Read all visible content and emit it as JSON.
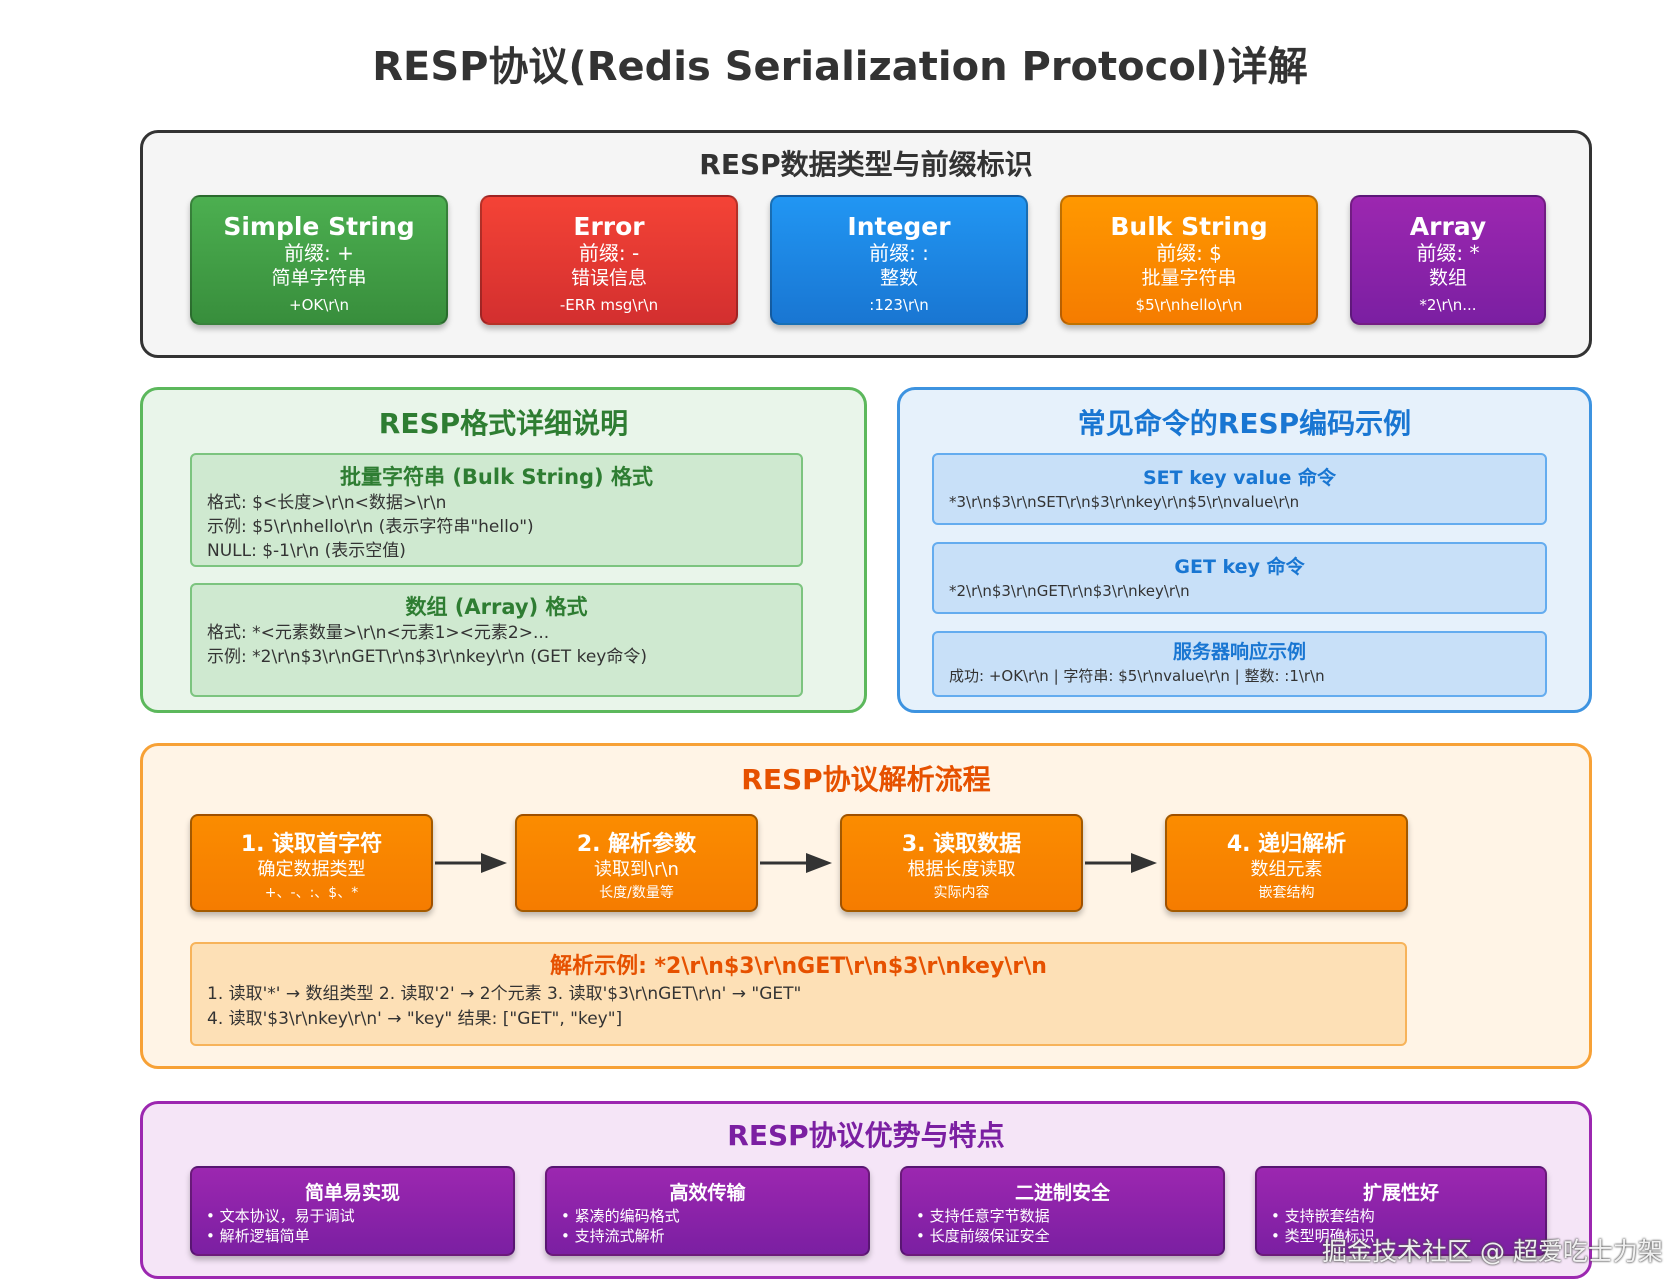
{
  "title": "RESP协议(Redis Serialization Protocol)详解",
  "types_section": {
    "title": "RESP数据类型与前缀标识",
    "cards": [
      {
        "name": "Simple String",
        "prefix": "前缀: +",
        "desc": "简单字符串",
        "example": "+OK\\r\\n",
        "color": "#43a047"
      },
      {
        "name": "Error",
        "prefix": "前缀: -",
        "desc": "错误信息",
        "example": "-ERR msg\\r\\n",
        "color": "#e53935"
      },
      {
        "name": "Integer",
        "prefix": "前缀: :",
        "desc": "整数",
        "example": ":123\\r\\n",
        "color": "#1e88e5"
      },
      {
        "name": "Bulk String",
        "prefix": "前缀: $",
        "desc": "批量字符串",
        "example": "$5\\r\\nhello\\r\\n",
        "color": "#fb8c00"
      },
      {
        "name": "Array",
        "prefix": "前缀: *",
        "desc": "数组",
        "example": "*2\\r\\n...",
        "color": "#8e24aa"
      }
    ]
  },
  "format_section": {
    "title": "RESP格式详细说明",
    "boxes": [
      {
        "title": "批量字符串 (Bulk String) 格式",
        "lines": [
          "格式: $<长度>\\r\\n<数据>\\r\\n",
          "示例: $5\\r\\nhello\\r\\n (表示字符串\"hello\")",
          "NULL: $-1\\r\\n (表示空值)"
        ]
      },
      {
        "title": "数组 (Array) 格式",
        "lines": [
          "格式: *<元素数量>\\r\\n<元素1><元素2>...",
          "示例: *2\\r\\n$3\\r\\nGET\\r\\n$3\\r\\nkey\\r\\n (GET key命令)"
        ]
      }
    ]
  },
  "commands_section": {
    "title": "常见命令的RESP编码示例",
    "boxes": [
      {
        "title": "SET key value 命令",
        "line": "*3\\r\\n$3\\r\\nSET\\r\\n$3\\r\\nkey\\r\\n$5\\r\\nvalue\\r\\n"
      },
      {
        "title": "GET key 命令",
        "line": "*2\\r\\n$3\\r\\nGET\\r\\n$3\\r\\nkey\\r\\n"
      },
      {
        "title": "服务器响应示例",
        "line": "成功: +OK\\r\\n | 字符串: $5\\r\\nvalue\\r\\n | 整数: :1\\r\\n"
      }
    ]
  },
  "flow_section": {
    "title": "RESP协议解析流程",
    "steps": [
      {
        "title": "1. 读取首字符",
        "line1": "确定数据类型",
        "line2": "+、-、:、$、*"
      },
      {
        "title": "2. 解析参数",
        "line1": "读取到\\r\\n",
        "line2": "长度/数量等"
      },
      {
        "title": "3. 读取数据",
        "line1": "根据长度读取",
        "line2": "实际内容"
      },
      {
        "title": "4. 递归解析",
        "line1": "数组元素",
        "line2": "嵌套结构"
      }
    ],
    "example": {
      "title": "解析示例: *2\\r\\n$3\\r\\nGET\\r\\n$3\\r\\nkey\\r\\n",
      "lines": [
        "1. 读取'*' → 数组类型 2. 读取'2' → 2个元素 3. 读取'$3\\r\\nGET\\r\\n' → \"GET\"",
        "4. 读取'$3\\r\\nkey\\r\\n' → \"key\" 结果: [\"GET\", \"key\"]"
      ]
    }
  },
  "advantages_section": {
    "title": "RESP协议优势与特点",
    "cards": [
      {
        "title": "简单易实现",
        "items": [
          "• 文本协议，易于调试",
          "• 解析逻辑简单"
        ]
      },
      {
        "title": "高效传输",
        "items": [
          "• 紧凑的编码格式",
          "• 支持流式解析"
        ]
      },
      {
        "title": "二进制安全",
        "items": [
          "• 支持任意字节数据",
          "• 长度前缀保证安全"
        ]
      },
      {
        "title": "扩展性好",
        "items": [
          "• 支持嵌套结构",
          "• 类型明确标识"
        ]
      }
    ]
  },
  "watermark": "掘金技术社区 @ 超爱吃士力架"
}
